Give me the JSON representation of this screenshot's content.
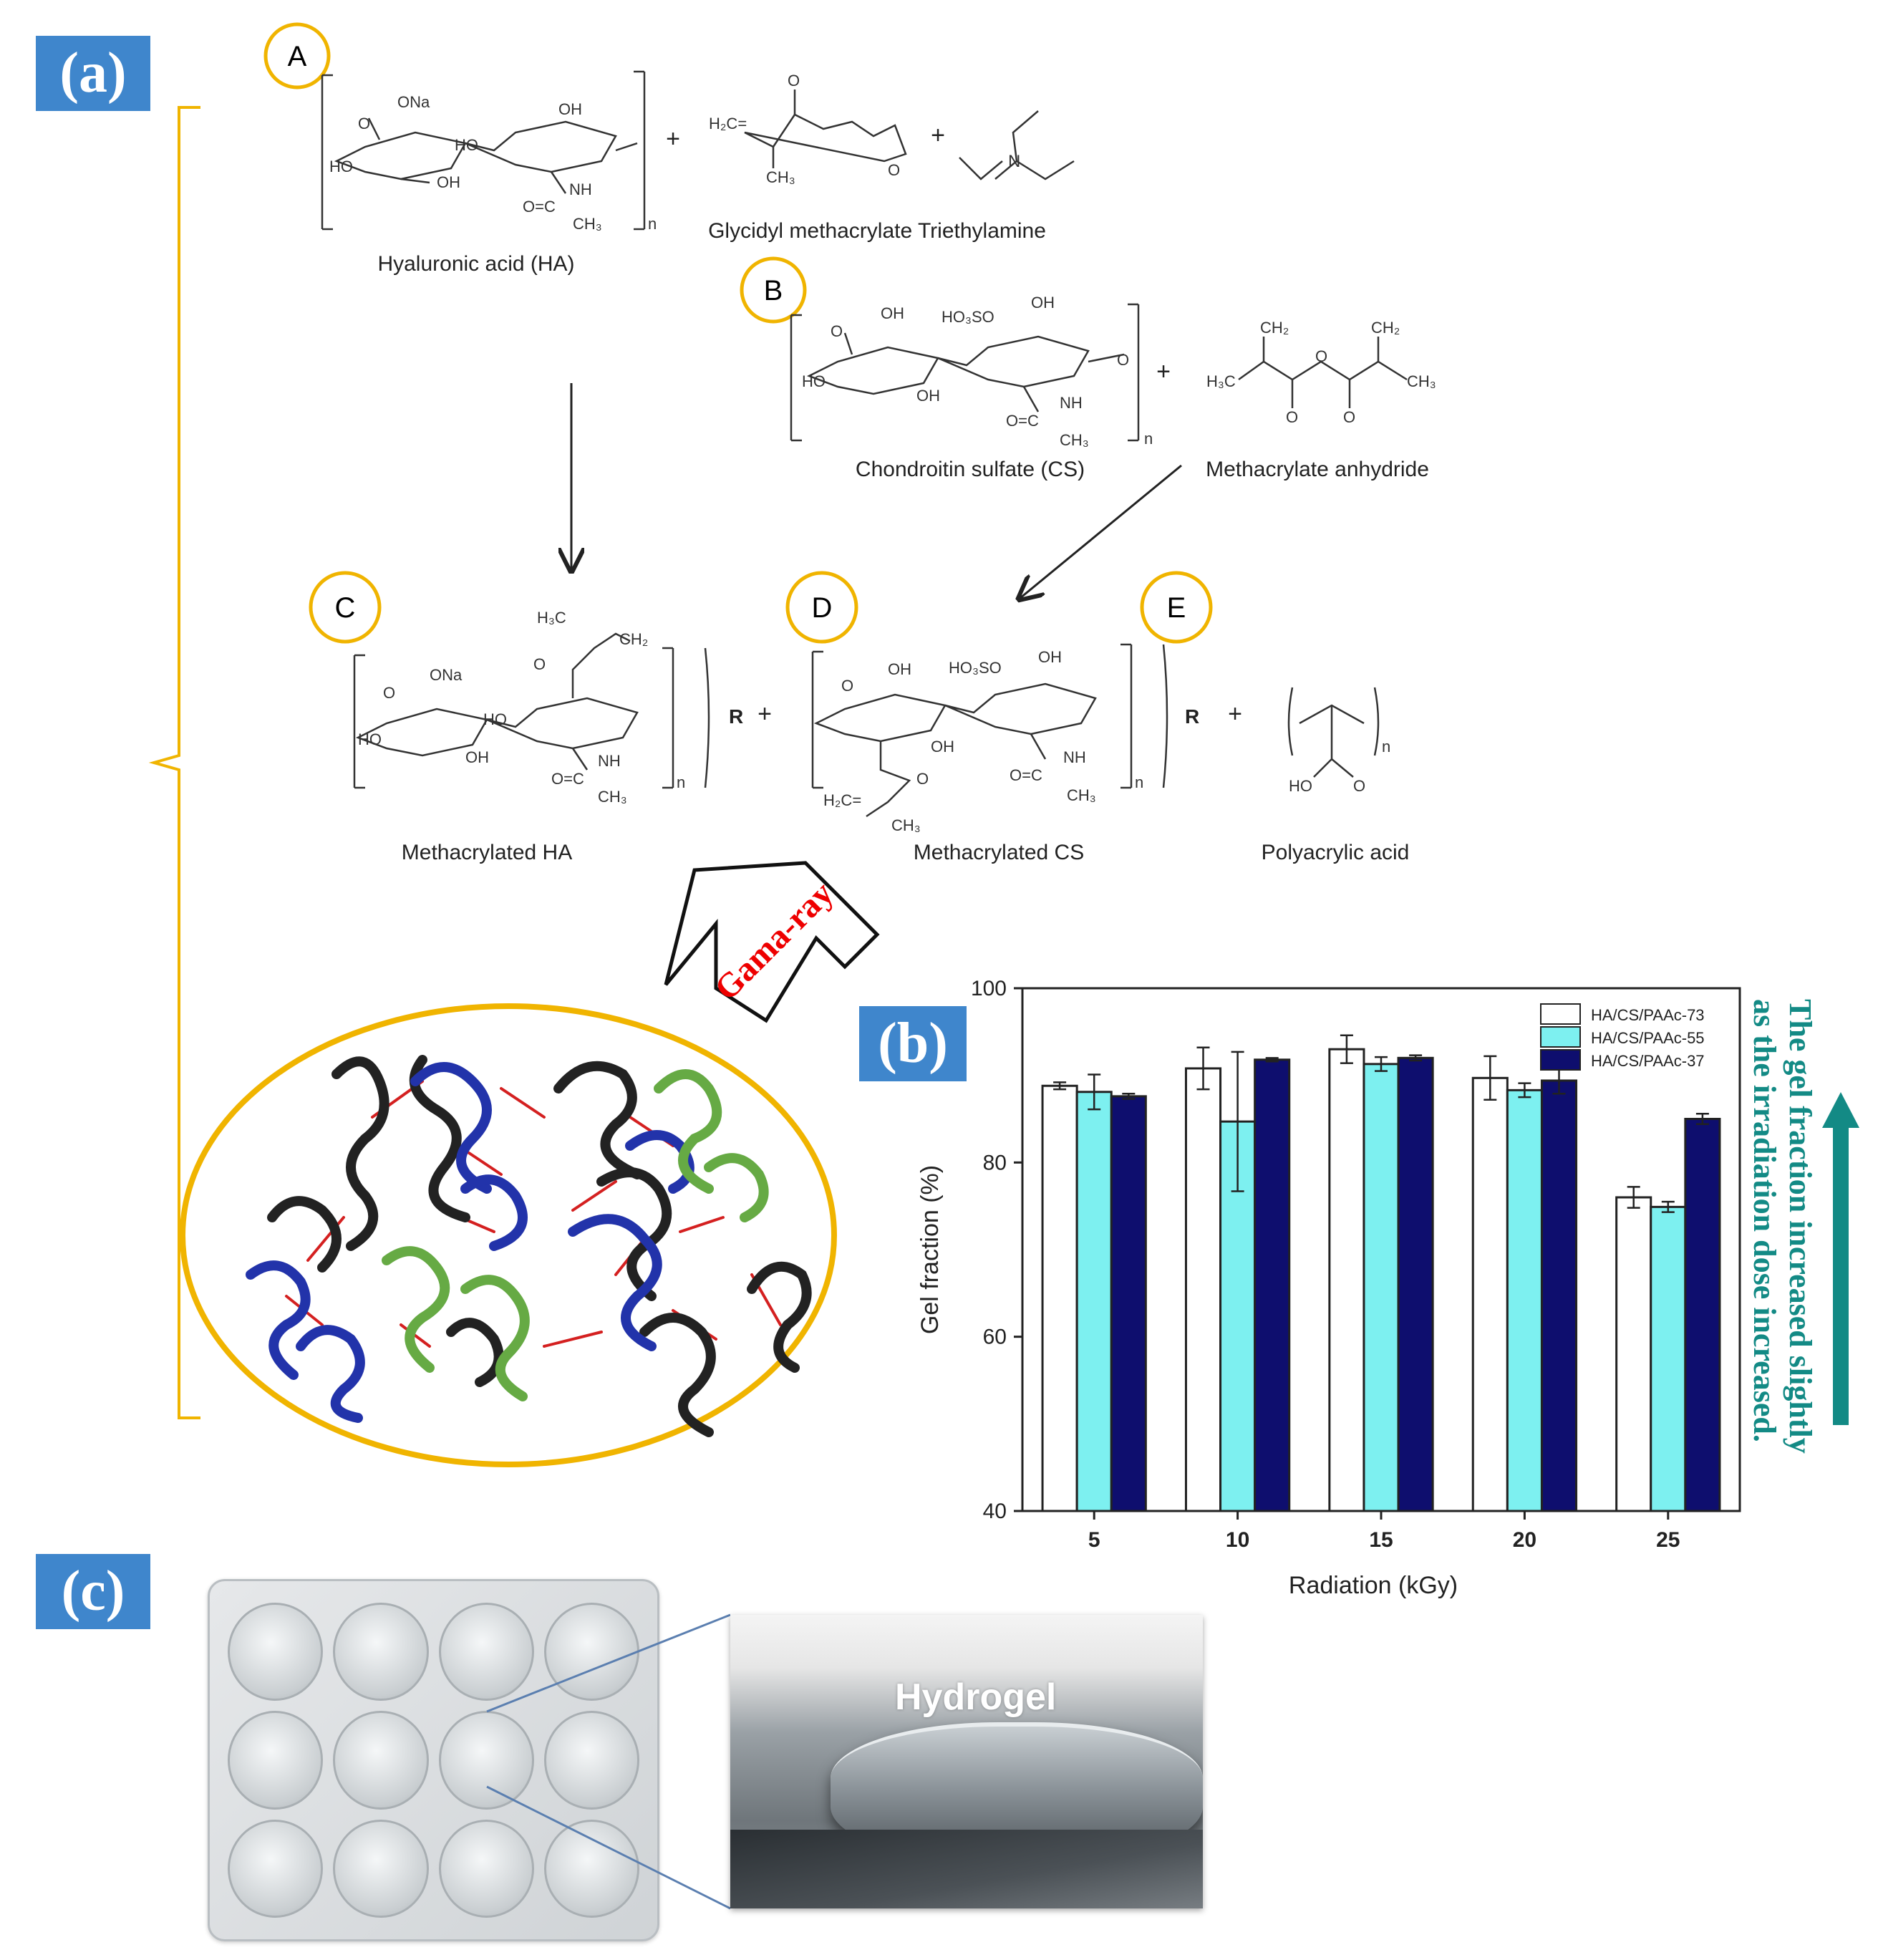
{
  "panels": {
    "a": "(a)",
    "b": "(b)",
    "c": "(c)"
  },
  "scheme": {
    "markers": [
      "A",
      "B",
      "C",
      "D",
      "E"
    ],
    "ha_label": "Hyaluronic acid (HA)",
    "gma_tea_label": "Glycidyl methacrylate Triethylamine",
    "cs_label": "Chondroitin sulfate (CS)",
    "anhydride_label": "Methacrylate anhydride",
    "meha_label": "Methacrylated HA",
    "mecs_label": "Methacrylated CS",
    "paa_label": "Polyacrylic acid",
    "gamma_label": "Gama-ray",
    "atoms": {
      "ona": "ONa",
      "oh": "OH",
      "ho": "HO",
      "nh": "NH",
      "ch3": "CH₃",
      "h2c": "H₂C",
      "ch2": "CH₂",
      "h3c": "H₃C",
      "ho3so": "HO₃SO",
      "n": "N",
      "o": "O",
      "r": "R",
      "plus": "+",
      "sub_n": "n",
      "eq_c": "O=C",
      "h3c_eq": "H₂C="
    }
  },
  "chart_data": {
    "type": "bar",
    "categories": [
      "5",
      "10",
      "15",
      "20",
      "25"
    ],
    "series": [
      {
        "name": "HA/CS/PAAc-73",
        "values": [
          88.8,
          90.8,
          93.0,
          89.7,
          76.0
        ],
        "errors": [
          0.4,
          2.4,
          1.6,
          2.5,
          1.2
        ],
        "color": "#ffffff"
      },
      {
        "name": "HA/CS/PAAc-55",
        "values": [
          88.1,
          84.7,
          91.3,
          88.3,
          74.9
        ],
        "errors": [
          2.0,
          8.0,
          0.8,
          0.8,
          0.6
        ],
        "color": "#7df0f0"
      },
      {
        "name": "HA/CS/PAAc-37",
        "values": [
          87.6,
          91.8,
          92.0,
          89.4,
          85.0
        ],
        "errors": [
          0.3,
          0.2,
          0.3,
          1.5,
          0.6
        ],
        "color": "#0e0e6e"
      }
    ],
    "xlabel": "Radiation (kGy)",
    "ylabel": "Gel fraction (%)",
    "ylim": [
      40,
      100
    ],
    "yticks": [
      "40",
      "60",
      "80",
      "100"
    ],
    "legend_position": "top-right",
    "annotation_line1": "The gel fraction increased slightly",
    "annotation_line2": "as the irradiation dose increased.",
    "annotation_color": "#138a85"
  },
  "photo": {
    "hydrogel_label": "Hydrogel"
  }
}
